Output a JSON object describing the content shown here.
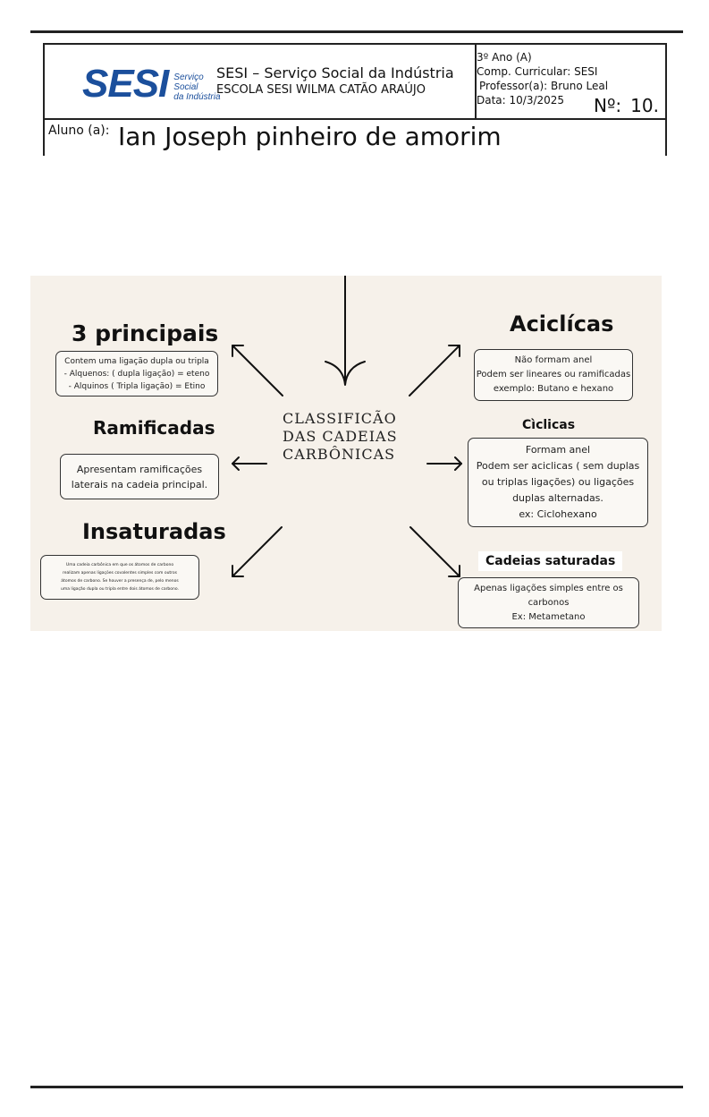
{
  "header": {
    "logo": {
      "mark": "SESI",
      "sub": [
        "Serviço",
        "Social",
        "da Indústria"
      ]
    },
    "institution": "SESI – Serviço Social da Indústria",
    "school": "ESCOLA SESI WILMA CATÃO ARAÚJO",
    "grade": "3º Ano (A)",
    "component": "Comp. Curricular:  SESI",
    "teacher": "Professor(a): Bruno Leal",
    "date": "Data: 10/3/2025",
    "number_label": "Nº:",
    "number_value": "10."
  },
  "student": {
    "label": "Aluno (a):",
    "name": "Ian Joseph pinheiro de amorim"
  },
  "concept_map": {
    "center": [
      "CLASSIFICÃO",
      "DAS  CADEIAS",
      "CARBÔNICAS"
    ],
    "principais": {
      "title": "3 principais",
      "lines": [
        "Contem uma ligação dupla ou tripla",
        "- Alquenos: ( dupla ligação) = eteno",
        "- Alquinos ( Tripla ligação) = Etino"
      ]
    },
    "ramificadas": {
      "title": "Ramificadas",
      "lines": [
        "Apresentam ramificações",
        "laterais na cadeia principal."
      ]
    },
    "insaturadas": {
      "title": "Insaturadas",
      "lines": [
        "Uma cadeia carbônica em que os átomos de carbono",
        "realizam apenas ligações covalentes simples com outros",
        "átomos de carbono. Se houver a presença de, pelo menos",
        "uma ligação dupla ou tripla entre dois átomos de carbono."
      ]
    },
    "aciclicas": {
      "title": "Aciclícas",
      "lines": [
        "Não formam anel",
        "Podem ser lineares ou ramificadas",
        "exemplo: Butano e hexano"
      ]
    },
    "ciclicas": {
      "title": "Cìclicas",
      "lines": [
        "Formam anel",
        "Podem ser aciclicas ( sem duplas",
        "ou triplas ligações) ou ligações",
        "duplas  alternadas.",
        "ex: Ciclohexano"
      ]
    },
    "saturadas": {
      "title": "Cadeias saturadas",
      "lines": [
        "Apenas ligações simples entre os",
        "carbonos",
        "Ex: Metametano"
      ]
    }
  }
}
